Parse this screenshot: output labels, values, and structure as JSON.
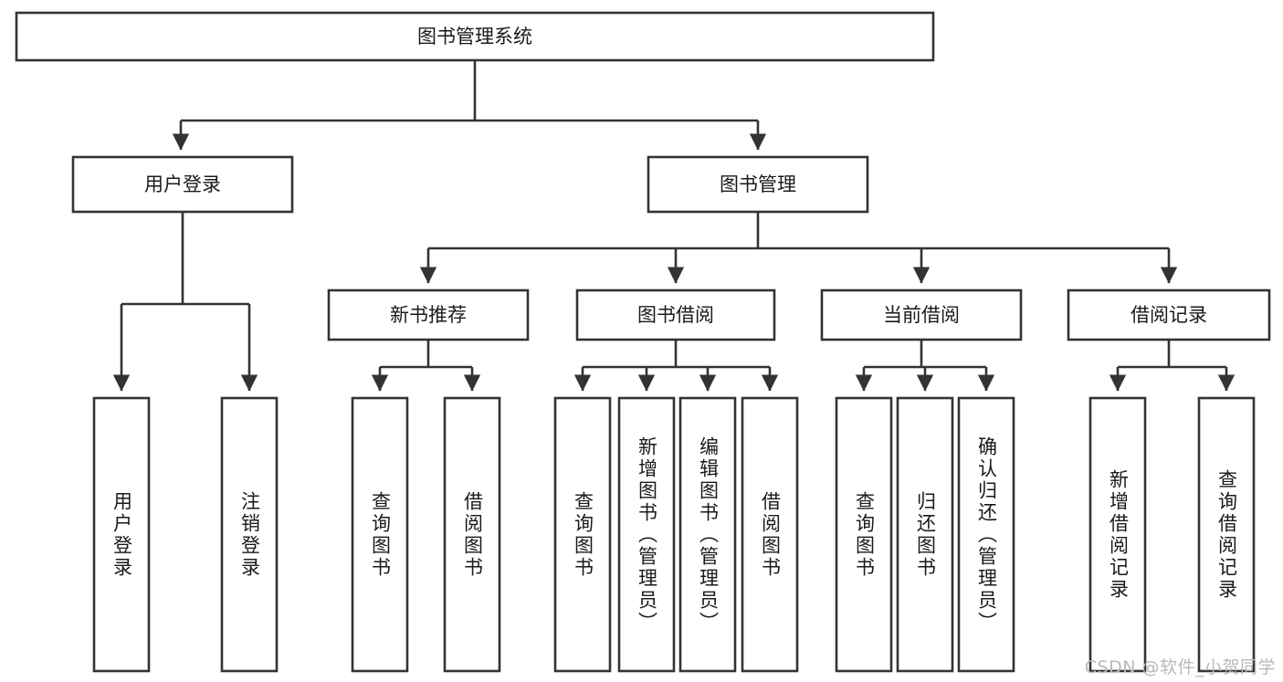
{
  "diagram": {
    "title": "图书管理系统",
    "type": "tree-hierarchy-chart",
    "root": {
      "id": "root",
      "label": "图书管理系统"
    },
    "level2": [
      {
        "id": "user-login",
        "label": "用户登录"
      },
      {
        "id": "book-manage",
        "label": "图书管理"
      }
    ],
    "level3": [
      {
        "id": "new-book-recommend",
        "label": "新书推荐"
      },
      {
        "id": "book-borrow",
        "label": "图书借阅"
      },
      {
        "id": "current-borrow",
        "label": "当前借阅"
      },
      {
        "id": "borrow-record",
        "label": "借阅记录"
      }
    ],
    "leaves": {
      "user_login": [
        {
          "id": "leaf-user-login",
          "label": "用户登录"
        },
        {
          "id": "leaf-logout-login",
          "label": "注销登录"
        }
      ],
      "new_book_recommend": [
        {
          "id": "leaf-query-book-1",
          "label": "查询图书"
        },
        {
          "id": "leaf-borrow-book-1",
          "label": "借阅图书"
        }
      ],
      "book_borrow": [
        {
          "id": "leaf-query-book-2",
          "label": "查询图书"
        },
        {
          "id": "leaf-add-book",
          "label": "新增图书（管理员）"
        },
        {
          "id": "leaf-edit-book",
          "label": "编辑图书（管理员）"
        },
        {
          "id": "leaf-borrow-book-2",
          "label": "借阅图书"
        }
      ],
      "current_borrow": [
        {
          "id": "leaf-query-book-3",
          "label": "查询图书"
        },
        {
          "id": "leaf-return-book",
          "label": "归还图书"
        },
        {
          "id": "leaf-confirm-return",
          "label": "确认归还（管理员）"
        }
      ],
      "borrow_record": [
        {
          "id": "leaf-add-borrow-record",
          "label": "新增借阅记录"
        },
        {
          "id": "leaf-query-borrow-record",
          "label": "查询借阅记录"
        }
      ]
    },
    "colors": {
      "stroke": "#333333",
      "box_fill": "#ffffff",
      "text": "#1a1a1a",
      "background": "#ffffff",
      "watermark": "#b9b9b9"
    }
  },
  "watermark": {
    "text": "CSDN @软件_小贺同学"
  }
}
